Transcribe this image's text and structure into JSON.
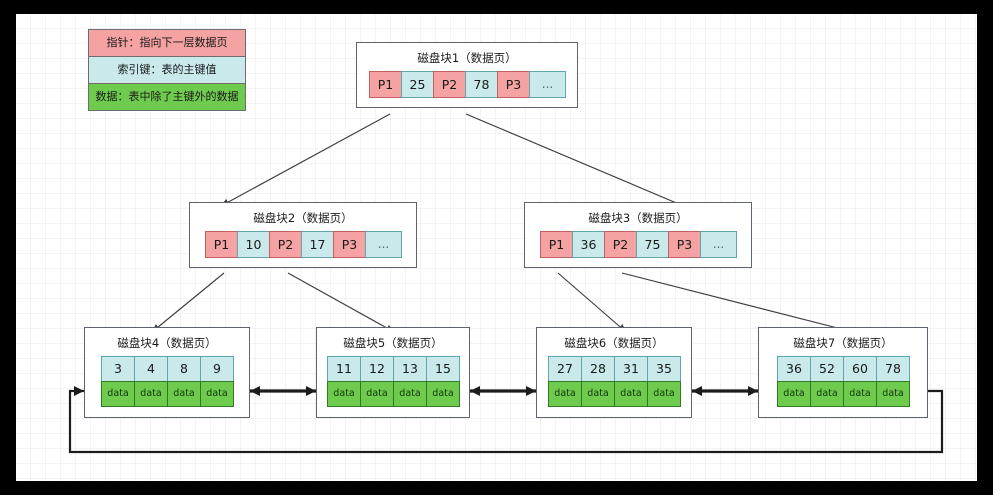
{
  "legend": {
    "rows": [
      {
        "id": "pointer",
        "text": "指针：指向下一层数据页",
        "color": "#f4a2a2"
      },
      {
        "id": "index-key",
        "text": "索引键：表的主键值",
        "color": "#c9e9ea"
      },
      {
        "id": "data",
        "text": "数据：表中除了主键外的数据",
        "color": "#6ecb4d"
      }
    ]
  },
  "palette": {
    "pointer": "#f4a2a2",
    "pointer_border": "#c0605f",
    "key": "#c9e9ea",
    "key_border": "#5fa7ad",
    "data": "#6ecb4d",
    "data_border": "#2f7a22",
    "node_border": "#5d6470",
    "edge": "#3d3d3d",
    "canvas": "#ffffff",
    "frame": "#000000"
  },
  "tree": {
    "root": {
      "title": "磁盘块1（数据页）",
      "cells": [
        {
          "type": "ptr",
          "text": "P1"
        },
        {
          "type": "key",
          "text": "25"
        },
        {
          "type": "ptr",
          "text": "P2"
        },
        {
          "type": "key",
          "text": "78"
        },
        {
          "type": "ptr",
          "text": "P3"
        },
        {
          "type": "dots",
          "text": "..."
        }
      ]
    },
    "internal": [
      {
        "title": "磁盘块2（数据页）",
        "cells": [
          {
            "type": "ptr",
            "text": "P1"
          },
          {
            "type": "key",
            "text": "10"
          },
          {
            "type": "ptr",
            "text": "P2"
          },
          {
            "type": "key",
            "text": "17"
          },
          {
            "type": "ptr",
            "text": "P3"
          },
          {
            "type": "dots",
            "text": "..."
          }
        ]
      },
      {
        "title": "磁盘块3（数据页）",
        "cells": [
          {
            "type": "ptr",
            "text": "P1"
          },
          {
            "type": "key",
            "text": "36"
          },
          {
            "type": "ptr",
            "text": "P2"
          },
          {
            "type": "key",
            "text": "75"
          },
          {
            "type": "ptr",
            "text": "P3"
          },
          {
            "type": "dots",
            "text": "..."
          }
        ]
      }
    ],
    "leaves": [
      {
        "title": "磁盘块4（数据页）",
        "keys": [
          "3",
          "4",
          "8",
          "9"
        ],
        "data": [
          "data",
          "data",
          "data",
          "data"
        ]
      },
      {
        "title": "磁盘块5（数据页）",
        "keys": [
          "11",
          "12",
          "13",
          "15"
        ],
        "data": [
          "data",
          "data",
          "data",
          "data"
        ]
      },
      {
        "title": "磁盘块6（数据页）",
        "keys": [
          "27",
          "28",
          "31",
          "35"
        ],
        "data": [
          "data",
          "data",
          "data",
          "data"
        ]
      },
      {
        "title": "磁盘块7（数据页）",
        "keys": [
          "36",
          "52",
          "60",
          "78"
        ],
        "data": [
          "data",
          "data",
          "data",
          "data"
        ]
      }
    ]
  }
}
